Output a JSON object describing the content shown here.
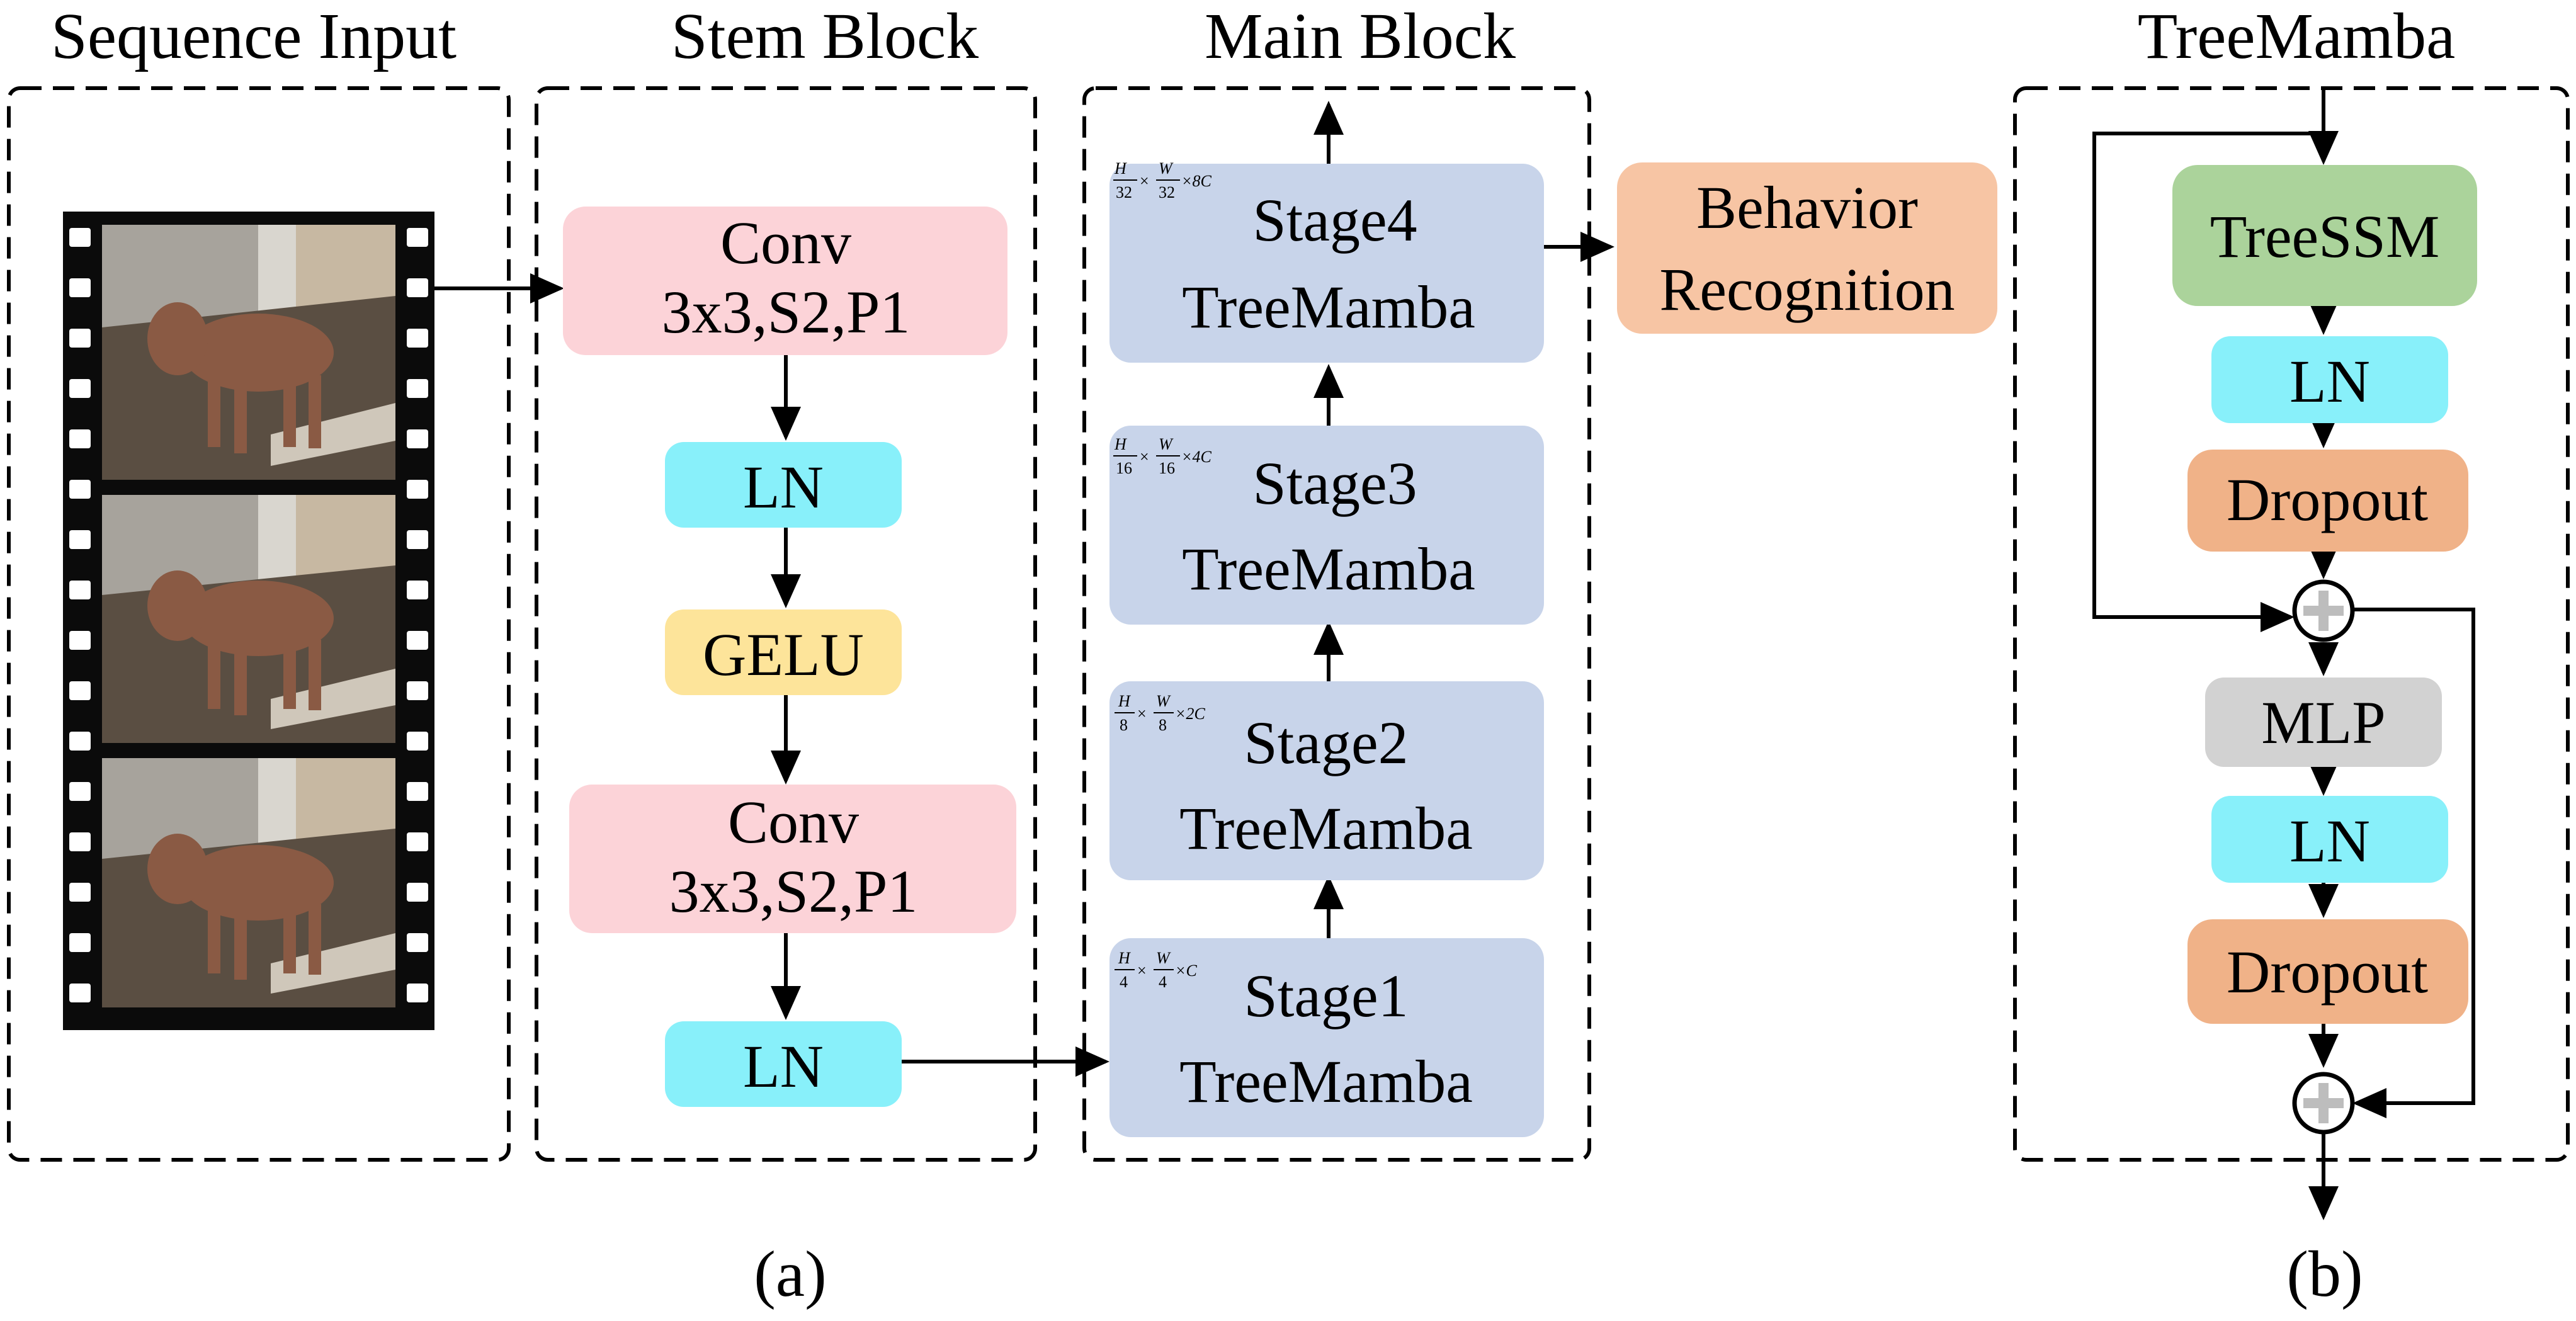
{
  "colors": {
    "conv": "#fcd3d8",
    "ln": "#88f0fa",
    "gelu": "#fde49a",
    "stage": "#c8d4ea",
    "behavior": "#f7c5a4",
    "treessm": "#abd39b",
    "dropout": "#f0b288",
    "mlp": "#d2d2d2",
    "line": "#000000"
  },
  "section_titles": {
    "sequence_input": "Sequence Input",
    "stem_block": "Stem Block",
    "main_block": "Main Block",
    "treemamba": "TreeMamba"
  },
  "stem": {
    "conv1": [
      "Conv",
      "3x3,S2,P1"
    ],
    "ln1": "LN",
    "gelu": "GELU",
    "conv2": [
      "Conv",
      "3x3,S2,P1"
    ],
    "ln2": "LN"
  },
  "main": {
    "stages": [
      {
        "name": "Stage4",
        "block": "TreeMamba",
        "dims": {
          "h": "H",
          "hd": "32",
          "w": "W",
          "wd": "32",
          "c": "×8C"
        }
      },
      {
        "name": "Stage3",
        "block": "TreeMamba",
        "dims": {
          "h": "H",
          "hd": "16",
          "w": "W",
          "wd": "16",
          "c": "×4C"
        }
      },
      {
        "name": "Stage2",
        "block": "TreeMamba",
        "dims": {
          "h": "H",
          "hd": "8",
          "w": "W",
          "wd": "8",
          "c": "×2C"
        }
      },
      {
        "name": "Stage1",
        "block": "TreeMamba",
        "dims": {
          "h": "H",
          "hd": "4",
          "w": "W",
          "wd": "4",
          "c": "×C"
        }
      }
    ],
    "times": "×"
  },
  "behavior": [
    "Behavior",
    "Recognition"
  ],
  "treemamba": {
    "treessm": "TreeSSM",
    "ln1": "LN",
    "dropout1": "Dropout",
    "mlp": "MLP",
    "ln2": "LN",
    "dropout2": "Dropout"
  },
  "captions": {
    "a": "(a)",
    "b": "(b)"
  }
}
